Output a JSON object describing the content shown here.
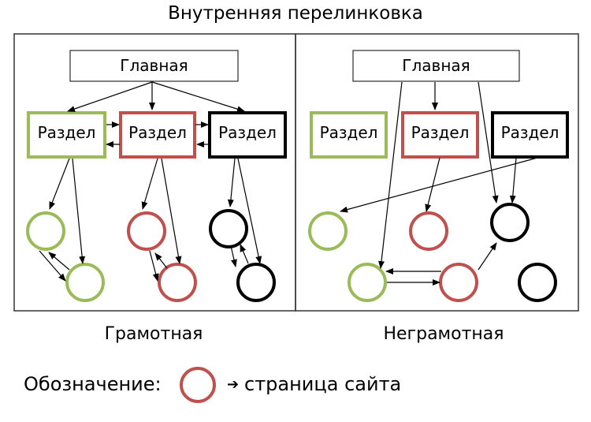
{
  "title": "Внутренняя перелинковка",
  "colors": {
    "green": "#9bbb59",
    "red": "#c0504d",
    "black": "#000000"
  },
  "left_panel": {
    "caption": "Грамотная",
    "home": "Главная",
    "sections": [
      "Раздел",
      "Раздел",
      "Раздел"
    ]
  },
  "right_panel": {
    "caption": "Неграмотная",
    "home": "Главная",
    "sections": [
      "Раздел",
      "Раздел",
      "Раздел"
    ]
  },
  "legend": {
    "label": "Обозначение:",
    "arrow": "➔",
    "meaning": "страница сайта"
  }
}
